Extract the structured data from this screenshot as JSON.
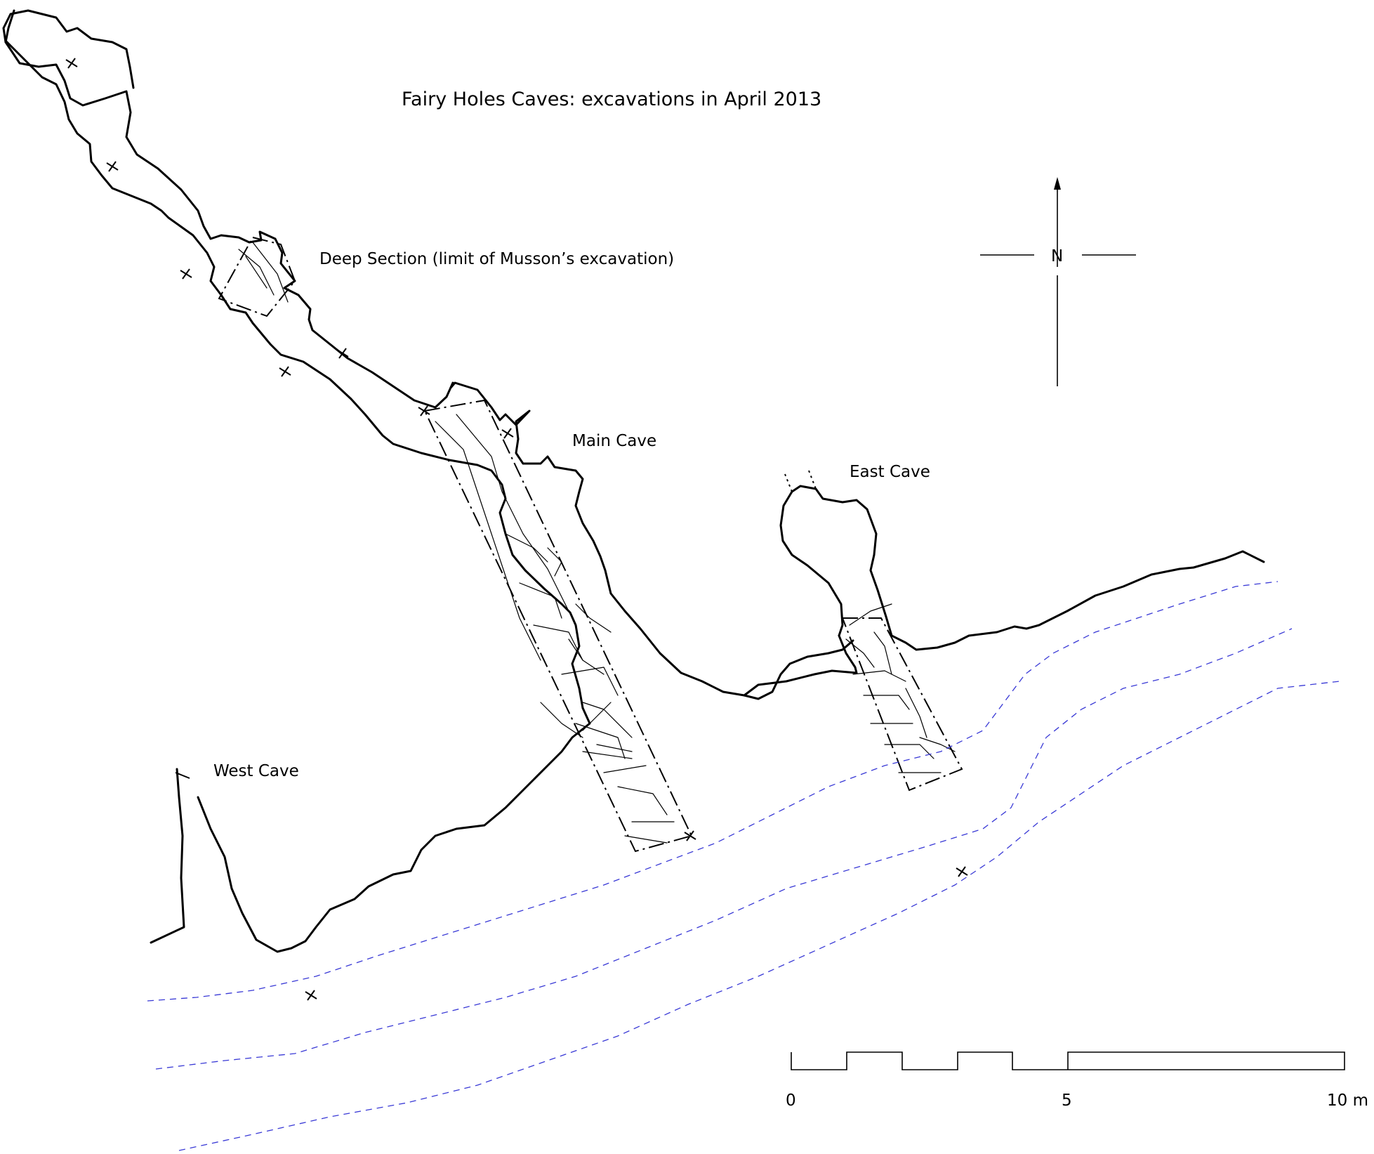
{
  "title": "Fairy Holes Caves: excavations in April 2013",
  "labels": {
    "deep_section": "Deep Section (limit of Musson’s excavation)",
    "main_cave": "Main Cave",
    "east_cave": "East Cave",
    "west_cave": "West Cave"
  },
  "north_arrow": {
    "letter": "N"
  },
  "scale_bar": {
    "label_0": "0",
    "label_5": "5",
    "label_10": "10 m",
    "length_m": 10
  },
  "colors": {
    "lines": "#000000",
    "contours": "#3a3ad6"
  },
  "icons": {
    "survey_station": "plus-cross-icon",
    "north": "north-arrow-icon"
  }
}
